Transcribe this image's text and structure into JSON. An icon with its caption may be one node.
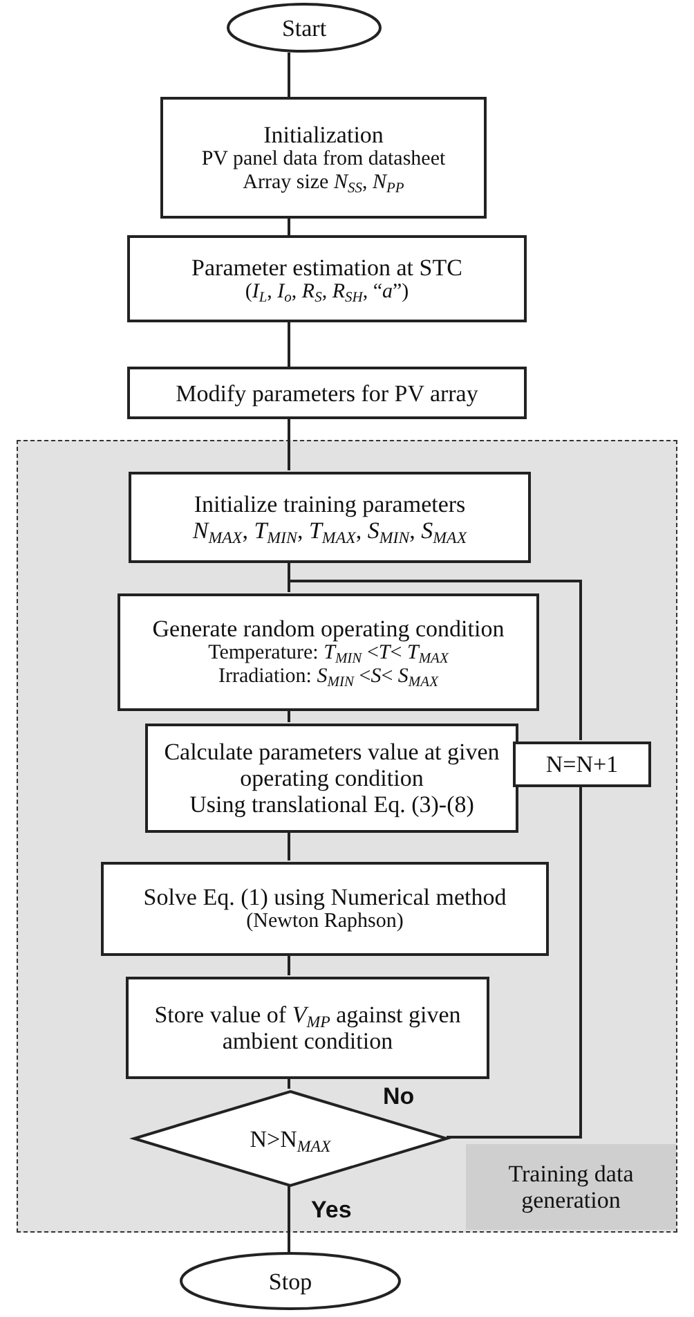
{
  "diagram": {
    "nodes": [
      {
        "text": [
          "Start"
        ]
      },
      {
        "text": [
          "Initialization",
          "PV panel data from datasheet",
          "Array size *N*$_{SS}$, *N*$_{PP}$"
        ]
      },
      {
        "text": [
          "Parameter estimation at STC",
          "(*I*$_{L}$, *I*$_{o}$, *R*$_{S}$, *R*$_{SH}$, “*a*”)"
        ]
      },
      {
        "text": [
          "Modify parameters for PV array"
        ]
      },
      {
        "text": [],
        "shape": "box"
      },
      {
        "text": [
          "Initialize training parameters",
          "*N*$_{MAX}$, *T*$_{MIN}$, *T*$_{MAX}$, *S*$_{MIN}$, *S*$_{MAX}$"
        ],
        "in": 4
      },
      {
        "text": [
          "Generate random operating condition",
          "Temperature: *T*$_{MIN}$ <*T*< *T*$_{MAX}$",
          "Irradiation: *S*$_{MIN}$ <*S*< *S*$_{MAX}$"
        ],
        "in": 4
      },
      {
        "text": [
          "Calculate parameters value at given operating condition",
          "Using translational Eq. (3)-(8)"
        ],
        "in": 4
      },
      {
        "text": [
          "N=N+1"
        ],
        "in": 4
      },
      {
        "text": [
          "Solve Eq. (1) using Numerical method",
          "(Newton Raphson)"
        ],
        "in": 4
      },
      {
        "text": [
          "Store value of *V*$_{MP}$ against given ambient condition"
        ],
        "in": 4
      },
      {
        "text": [
          "N>N$_{MAX}$"
        ],
        "in": 4
      },
      {
        "text": [
          "Training data generation"
        ],
        "in": 4
      },
      {
        "text": [
          "Stop"
        ]
      }
    ],
    "edges": [
      {
        "from": 0,
        "to": 1,
        "arrow": "none"
      },
      {
        "from": 1,
        "to": 2,
        "arrow": "none"
      },
      {
        "from": 2,
        "to": 3,
        "arrow": "none"
      },
      {
        "from": 3,
        "to": 5,
        "arrow": "none"
      },
      {
        "from": 5,
        "to": 6,
        "arrow": "none"
      },
      {
        "from": 6,
        "to": 7,
        "arrow": "none"
      },
      {
        "from": 7,
        "to": 9,
        "arrow": "none"
      },
      {
        "from": 9,
        "to": 10,
        "arrow": "none"
      },
      {
        "from": 10,
        "to": 11,
        "arrow": "none"
      },
      {
        "from": 11,
        "to": 8,
        "label": "No",
        "arrow": "none"
      },
      {
        "from": 8,
        "to": 6,
        "arrow": "none"
      },
      {
        "from": 11,
        "to": 13,
        "label": "Yes",
        "arrow": "none"
      }
    ]
  }
}
